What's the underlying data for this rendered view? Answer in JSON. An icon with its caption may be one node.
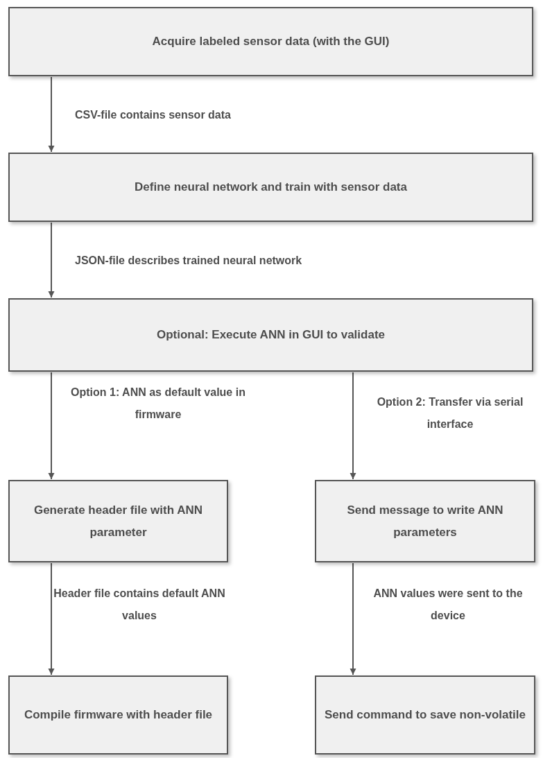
{
  "diagram": {
    "nodes": [
      {
        "text": [
          "Acquire labeled sensor data (with the GUI)"
        ]
      },
      {
        "text": [
          "Define neural network and train with sensor data"
        ]
      },
      {
        "text": [
          "Optional: Execute ANN in GUI to validate"
        ]
      },
      {
        "text": [
          "Generate header file with ANN parameter"
        ]
      },
      {
        "text": [
          "Send message to write ANN parameters"
        ]
      },
      {
        "text": [
          "Compile firmware with header file"
        ]
      },
      {
        "text": [
          "Send command to save non-volatile"
        ]
      }
    ],
    "edges": [
      {
        "from": 0,
        "to": 1,
        "arrow": "to",
        "label": "CSV-file contains sensor data"
      },
      {
        "from": 1,
        "to": 2,
        "arrow": "to",
        "label": "JSON-file describes trained neural network"
      },
      {
        "from": 2,
        "to": 3,
        "arrow": "to",
        "label": "Option 1: ANN as default value in firmware"
      },
      {
        "from": 2,
        "to": 4,
        "arrow": "to",
        "label": "Option 2: Transfer via serial interface"
      },
      {
        "from": 3,
        "to": 5,
        "arrow": "to",
        "label": "Header file contains default ANN values"
      },
      {
        "from": 4,
        "to": 6,
        "arrow": "to",
        "label": "ANN values were sent to the device"
      }
    ]
  }
}
